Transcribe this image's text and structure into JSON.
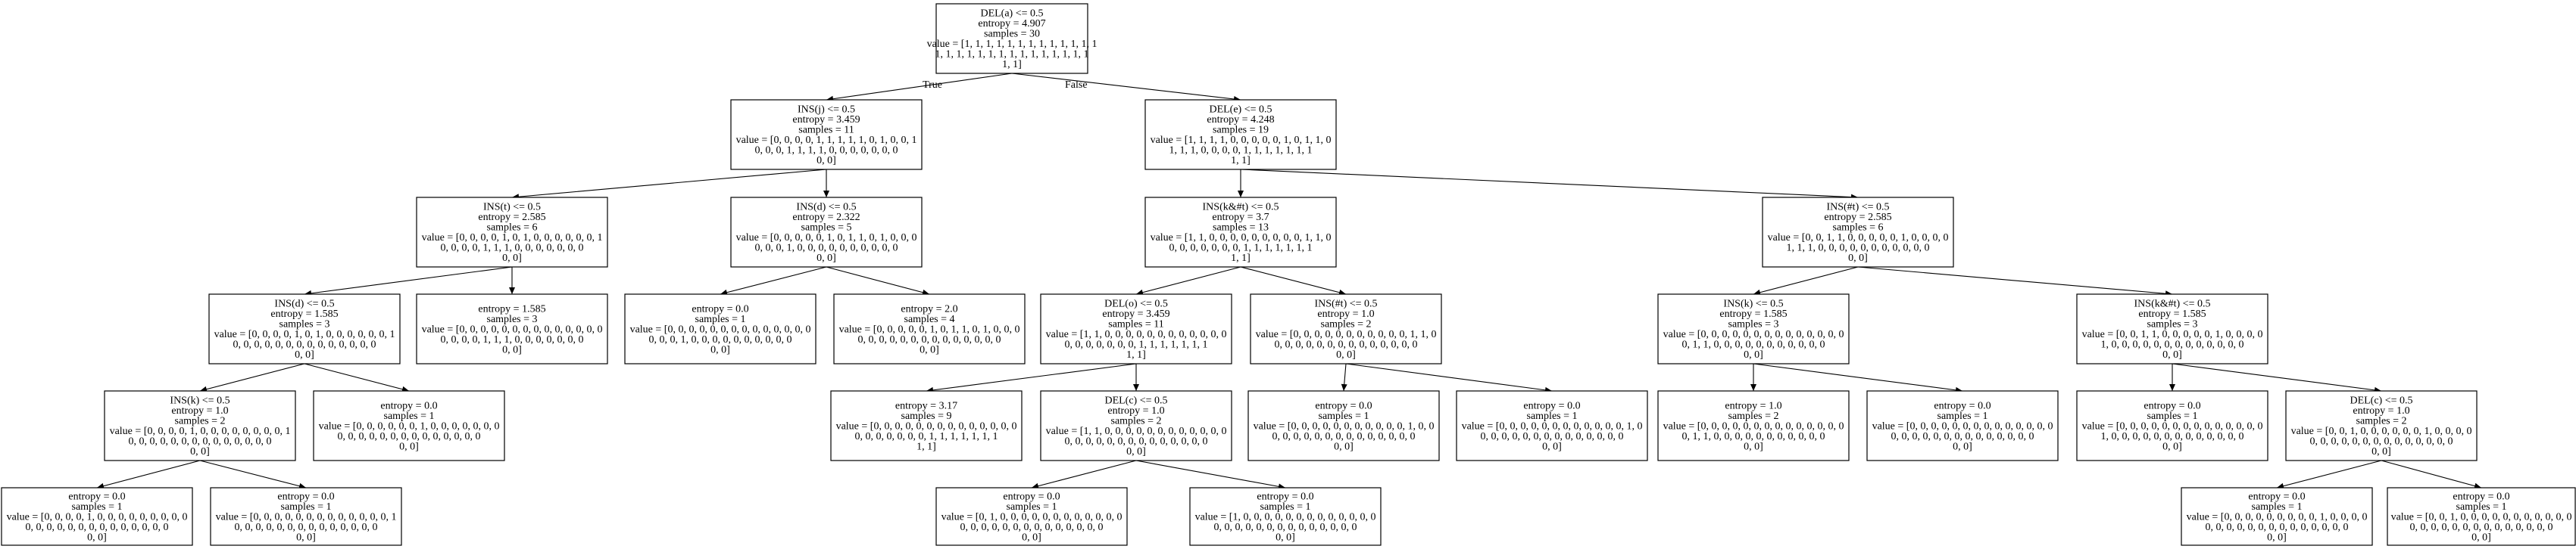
{
  "tree": {
    "nodes": [
      {
        "id": "n0",
        "lines": [
          "DEL(a) <= 0.5",
          "entropy = 4.907",
          "samples = 30",
          "value = [1, 1, 1, 1, 1, 1, 1, 1, 1, 1, 1, 1, 1",
          "1, 1, 1, 1, 1, 1, 1, 1, 1, 1, 1, 1, 1, 1, 1",
          "1, 1]"
        ]
      },
      {
        "id": "n1",
        "lines": [
          "INS(j) <= 0.5",
          "entropy = 3.459",
          "samples = 11",
          "value = [0, 0, 0, 0, 1, 1, 1, 1, 1, 0, 1, 0, 0, 1",
          "0, 0, 0, 1, 1, 1, 1, 0, 0, 0, 0, 0, 0, 0",
          "0, 0]"
        ]
      },
      {
        "id": "n2",
        "lines": [
          "DEL(e) <= 0.5",
          "entropy = 4.248",
          "samples = 19",
          "value = [1, 1, 1, 1, 0, 0, 0, 0, 0, 1, 0, 1, 1, 0",
          "1, 1, 1, 0, 0, 0, 0, 1, 1, 1, 1, 1, 1, 1",
          "1, 1]"
        ]
      },
      {
        "id": "n3",
        "lines": [
          "INS(t) <= 0.5",
          "entropy = 2.585",
          "samples = 6",
          "value = [0, 0, 0, 0, 1, 0, 1, 0, 0, 0, 0, 0, 0, 1",
          "0, 0, 0, 0, 1, 1, 1, 0, 0, 0, 0, 0, 0, 0",
          "0, 0]"
        ]
      },
      {
        "id": "n4",
        "lines": [
          "INS(d) <= 0.5",
          "entropy = 2.322",
          "samples = 5",
          "value = [0, 0, 0, 0, 0, 1, 0, 1, 1, 0, 1, 0, 0, 0",
          "0, 0, 0, 1, 0, 0, 0, 0, 0, 0, 0, 0, 0, 0",
          "0, 0]"
        ]
      },
      {
        "id": "n5",
        "lines": [
          "INS(k&#t) <= 0.5",
          "entropy = 3.7",
          "samples = 13",
          "value = [1, 1, 0, 0, 0, 0, 0, 0, 0, 0, 0, 1, 1, 0",
          "0, 0, 0, 0, 0, 0, 0, 1, 1, 1, 1, 1, 1, 1",
          "1, 1]"
        ]
      },
      {
        "id": "n6",
        "lines": [
          "INS(#t) <= 0.5",
          "entropy = 2.585",
          "samples = 6",
          "value = [0, 0, 1, 1, 0, 0, 0, 0, 0, 1, 0, 0, 0, 0",
          "1, 1, 1, 0, 0, 0, 0, 0, 0, 0, 0, 0, 0, 0",
          "0, 0]"
        ]
      },
      {
        "id": "n7",
        "lines": [
          "INS(d) <= 0.5",
          "entropy = 1.585",
          "samples = 3",
          "value = [0, 0, 0, 0, 1, 0, 1, 0, 0, 0, 0, 0, 0, 1",
          "0, 0, 0, 0, 0, 0, 0, 0, 0, 0, 0, 0, 0, 0",
          "0, 0]"
        ]
      },
      {
        "id": "n8",
        "lines": [
          "entropy = 1.585",
          "samples = 3",
          "value = [0, 0, 0, 0, 0, 0, 0, 0, 0, 0, 0, 0, 0, 0",
          "0, 0, 0, 0, 1, 1, 1, 0, 0, 0, 0, 0, 0, 0",
          "0, 0]"
        ]
      },
      {
        "id": "n9",
        "lines": [
          "entropy = 0.0",
          "samples = 1",
          "value = [0, 0, 0, 0, 0, 0, 0, 0, 0, 0, 0, 0, 0, 0",
          "0, 0, 0, 1, 0, 0, 0, 0, 0, 0, 0, 0, 0, 0",
          "0, 0]"
        ]
      },
      {
        "id": "n10",
        "lines": [
          "entropy = 2.0",
          "samples = 4",
          "value = [0, 0, 0, 0, 0, 1, 0, 1, 1, 0, 1, 0, 0, 0",
          "0, 0, 0, 0, 0, 0, 0, 0, 0, 0, 0, 0, 0, 0",
          "0, 0]"
        ]
      },
      {
        "id": "n11",
        "lines": [
          "DEL(o) <= 0.5",
          "entropy = 3.459",
          "samples = 11",
          "value = [1, 1, 0, 0, 0, 0, 0, 0, 0, 0, 0, 0, 0, 0",
          "0, 0, 0, 0, 0, 0, 0, 1, 1, 1, 1, 1, 1, 1",
          "1, 1]"
        ]
      },
      {
        "id": "n12",
        "lines": [
          "INS(#t) <= 0.5",
          "entropy = 1.0",
          "samples = 2",
          "value = [0, 0, 0, 0, 0, 0, 0, 0, 0, 0, 0, 1, 1, 0",
          "0, 0, 0, 0, 0, 0, 0, 0, 0, 0, 0, 0, 0, 0",
          "0, 0]"
        ]
      },
      {
        "id": "n13",
        "lines": [
          "INS(k) <= 0.5",
          "entropy = 1.585",
          "samples = 3",
          "value = [0, 0, 0, 0, 0, 0, 0, 0, 0, 0, 0, 0, 0, 0",
          "0, 1, 1, 0, 0, 0, 0, 0, 0, 0, 0, 0, 0, 0",
          "0, 0]"
        ]
      },
      {
        "id": "n14",
        "lines": [
          "INS(k&#t) <= 0.5",
          "entropy = 1.585",
          "samples = 3",
          "value = [0, 0, 1, 1, 0, 0, 0, 0, 0, 1, 0, 0, 0, 0",
          "1, 0, 0, 0, 0, 0, 0, 0, 0, 0, 0, 0, 0, 0",
          "0, 0]"
        ]
      },
      {
        "id": "n15",
        "lines": [
          "INS(k) <= 0.5",
          "entropy = 1.0",
          "samples = 2",
          "value = [0, 0, 0, 0, 1, 0, 0, 0, 0, 0, 0, 0, 0, 1",
          "0, 0, 0, 0, 0, 0, 0, 0, 0, 0, 0, 0, 0, 0",
          "0, 0]"
        ]
      },
      {
        "id": "n16",
        "lines": [
          "entropy = 0.0",
          "samples = 1",
          "value = [0, 0, 0, 0, 0, 0, 1, 0, 0, 0, 0, 0, 0, 0",
          "0, 0, 0, 0, 0, 0, 0, 0, 0, 0, 0, 0, 0, 0",
          "0, 0]"
        ]
      },
      {
        "id": "n17",
        "lines": [
          "entropy = 3.17",
          "samples = 9",
          "value = [0, 0, 0, 0, 0, 0, 0, 0, 0, 0, 0, 0, 0, 0",
          "0, 0, 0, 0, 0, 0, 0, 1, 1, 1, 1, 1, 1, 1",
          "1, 1]"
        ]
      },
      {
        "id": "n18",
        "lines": [
          "DEL(c) <= 0.5",
          "entropy = 1.0",
          "samples = 2",
          "value = [1, 1, 0, 0, 0, 0, 0, 0, 0, 0, 0, 0, 0, 0",
          "0, 0, 0, 0, 0, 0, 0, 0, 0, 0, 0, 0, 0, 0",
          "0, 0]"
        ]
      },
      {
        "id": "n19",
        "lines": [
          "entropy = 0.0",
          "samples = 1",
          "value = [0, 0, 0, 0, 0, 0, 0, 0, 0, 0, 0, 1, 0, 0",
          "0, 0, 0, 0, 0, 0, 0, 0, 0, 0, 0, 0, 0, 0",
          "0, 0]"
        ]
      },
      {
        "id": "n20",
        "lines": [
          "entropy = 0.0",
          "samples = 1",
          "value = [0, 0, 0, 0, 0, 0, 0, 0, 0, 0, 0, 0, 1, 0",
          "0, 0, 0, 0, 0, 0, 0, 0, 0, 0, 0, 0, 0, 0",
          "0, 0]"
        ]
      },
      {
        "id": "n21",
        "lines": [
          "entropy = 1.0",
          "samples = 2",
          "value = [0, 0, 0, 0, 0, 0, 0, 0, 0, 0, 0, 0, 0, 0",
          "0, 1, 1, 0, 0, 0, 0, 0, 0, 0, 0, 0, 0, 0",
          "0, 0]"
        ]
      },
      {
        "id": "n22",
        "lines": [
          "entropy = 0.0",
          "samples = 1",
          "value = [0, 0, 0, 0, 0, 0, 0, 0, 0, 0, 0, 0, 0, 0",
          "0, 0, 0, 0, 0, 0, 0, 0, 0, 0, 0, 0, 0, 0",
          "0, 0]"
        ]
      },
      {
        "id": "n23",
        "lines": [
          "entropy = 0.0",
          "samples = 1",
          "value = [0, 0, 0, 0, 0, 0, 0, 0, 0, 0, 0, 0, 0, 0",
          "1, 0, 0, 0, 0, 0, 0, 0, 0, 0, 0, 0, 0, 0",
          "0, 0]"
        ]
      },
      {
        "id": "n24",
        "lines": [
          "DEL(c) <= 0.5",
          "entropy = 1.0",
          "samples = 2",
          "value = [0, 0, 1, 0, 0, 0, 0, 0, 0, 1, 0, 0, 0, 0",
          "0, 0, 0, 0, 0, 0, 0, 0, 0, 0, 0, 0, 0, 0",
          "0, 0]"
        ]
      },
      {
        "id": "n25",
        "lines": [
          "entropy = 0.0",
          "samples = 1",
          "value = [0, 0, 0, 0, 1, 0, 0, 0, 0, 0, 0, 0, 0, 0",
          "0, 0, 0, 0, 0, 0, 0, 0, 0, 0, 0, 0, 0, 0",
          "0, 0]"
        ]
      },
      {
        "id": "n26",
        "lines": [
          "entropy = 0.0",
          "samples = 1",
          "value = [0, 0, 0, 0, 0, 0, 0, 0, 0, 0, 0, 0, 0, 1",
          "0, 0, 0, 0, 0, 0, 0, 0, 0, 0, 0, 0, 0, 0",
          "0, 0]"
        ]
      },
      {
        "id": "n27",
        "lines": [
          "entropy = 0.0",
          "samples = 1",
          "value = [0, 1, 0, 0, 0, 0, 0, 0, 0, 0, 0, 0, 0, 0",
          "0, 0, 0, 0, 0, 0, 0, 0, 0, 0, 0, 0, 0, 0",
          "0, 0]"
        ]
      },
      {
        "id": "n28",
        "lines": [
          "entropy = 0.0",
          "samples = 1",
          "value = [1, 0, 0, 0, 0, 0, 0, 0, 0, 0, 0, 0, 0, 0",
          "0, 0, 0, 0, 0, 0, 0, 0, 0, 0, 0, 0, 0, 0",
          "0, 0]"
        ]
      },
      {
        "id": "n29",
        "lines": [
          "entropy = 0.0",
          "samples = 1",
          "value = [0, 0, 0, 0, 0, 0, 0, 0, 0, 1, 0, 0, 0, 0",
          "0, 0, 0, 0, 0, 0, 0, 0, 0, 0, 0, 0, 0, 0",
          "0, 0]"
        ]
      },
      {
        "id": "n30",
        "lines": [
          "entropy = 0.0",
          "samples = 1",
          "value = [0, 0, 1, 0, 0, 0, 0, 0, 0, 0, 0, 0, 0, 0",
          "0, 0, 0, 0, 0, 0, 0, 0, 0, 0, 0, 0, 0, 0",
          "0, 0]"
        ]
      }
    ],
    "edges": [
      {
        "from": "n0",
        "to": "n1",
        "label": "True"
      },
      {
        "from": "n0",
        "to": "n2",
        "label": "False"
      },
      {
        "from": "n1",
        "to": "n3"
      },
      {
        "from": "n1",
        "to": "n4"
      },
      {
        "from": "n2",
        "to": "n5"
      },
      {
        "from": "n2",
        "to": "n6"
      },
      {
        "from": "n3",
        "to": "n7"
      },
      {
        "from": "n3",
        "to": "n8"
      },
      {
        "from": "n4",
        "to": "n9"
      },
      {
        "from": "n4",
        "to": "n10"
      },
      {
        "from": "n5",
        "to": "n11"
      },
      {
        "from": "n5",
        "to": "n12"
      },
      {
        "from": "n6",
        "to": "n13"
      },
      {
        "from": "n6",
        "to": "n14"
      },
      {
        "from": "n7",
        "to": "n15"
      },
      {
        "from": "n7",
        "to": "n16"
      },
      {
        "from": "n11",
        "to": "n17"
      },
      {
        "from": "n11",
        "to": "n18"
      },
      {
        "from": "n12",
        "to": "n19"
      },
      {
        "from": "n12",
        "to": "n20"
      },
      {
        "from": "n13",
        "to": "n21"
      },
      {
        "from": "n13",
        "to": "n22"
      },
      {
        "from": "n14",
        "to": "n23"
      },
      {
        "from": "n14",
        "to": "n24"
      },
      {
        "from": "n15",
        "to": "n25"
      },
      {
        "from": "n15",
        "to": "n26"
      },
      {
        "from": "n18",
        "to": "n27"
      },
      {
        "from": "n18",
        "to": "n28"
      },
      {
        "from": "n24",
        "to": "n29"
      },
      {
        "from": "n24",
        "to": "n30"
      }
    ]
  }
}
